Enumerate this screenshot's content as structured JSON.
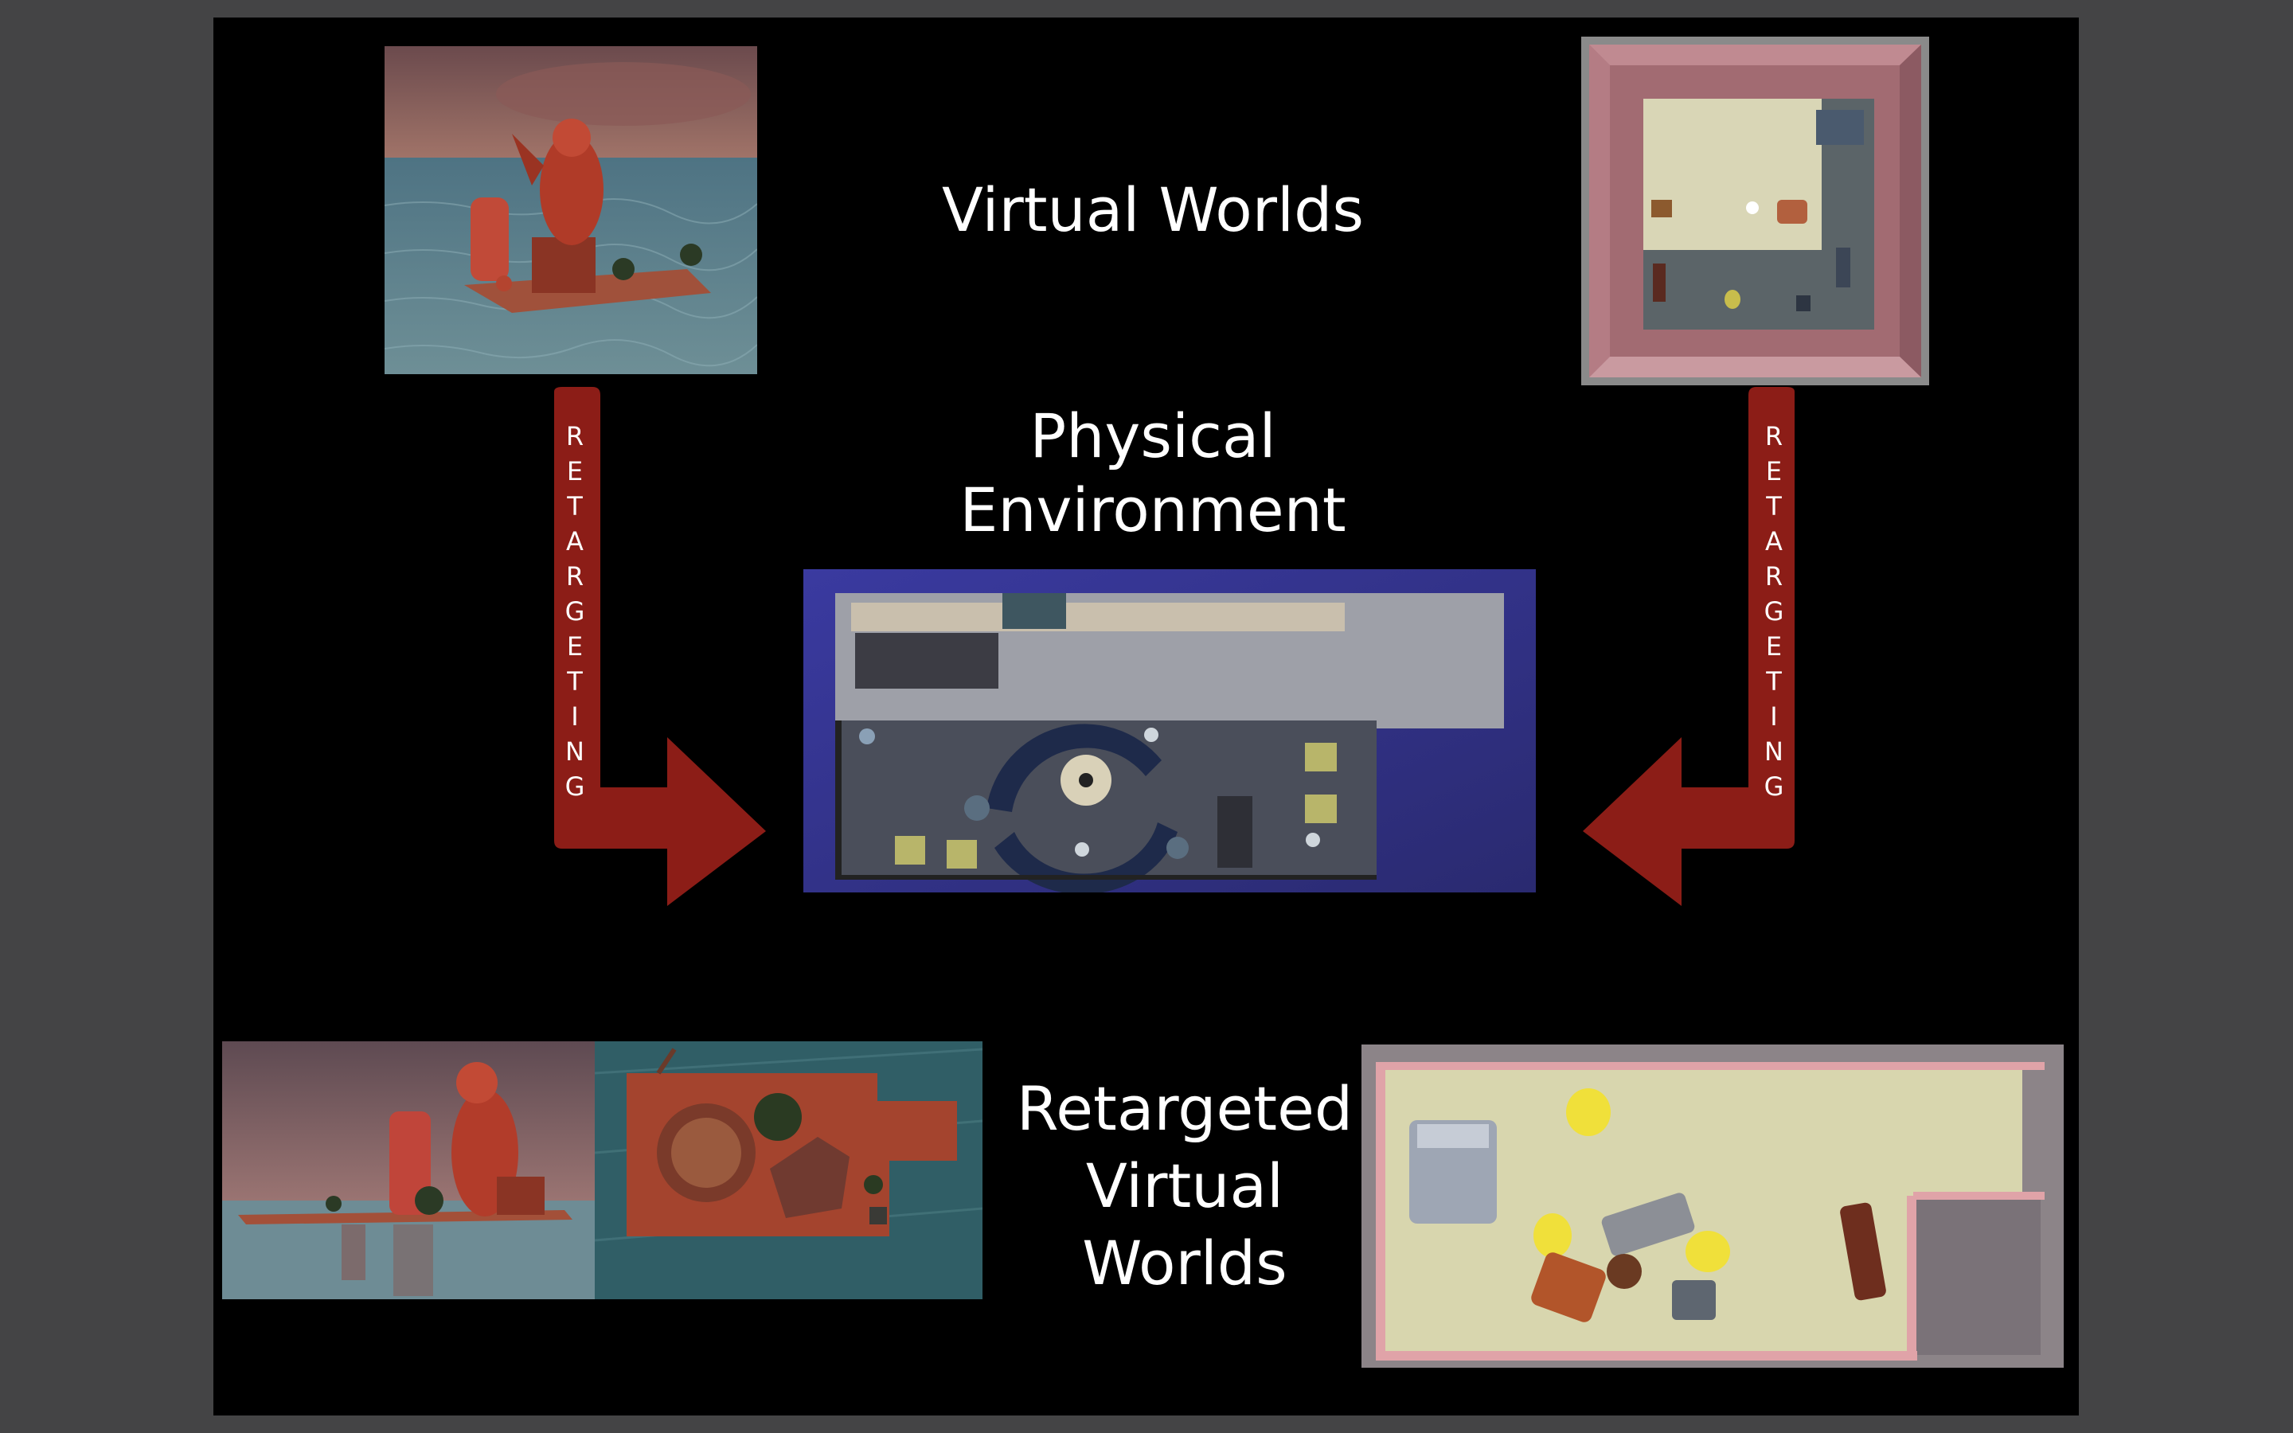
{
  "labels": {
    "virtual_worlds": "Virtual Worlds",
    "physical_environment": "Physical\nEnvironment",
    "retargeted_virtual_worlds": "Retargeted\nVirtual\nWorlds"
  },
  "arrows": {
    "left_text": [
      "R",
      "E",
      "T",
      "A",
      "R",
      "G",
      "E",
      "T",
      "I",
      "N",
      "G"
    ],
    "right_text": [
      "R",
      "E",
      "T",
      "A",
      "R",
      "G",
      "E",
      "T",
      "I",
      "N",
      "G"
    ],
    "color": "#8c1d17"
  },
  "colors": {
    "slide_bg": "#000000",
    "window_bg": "#444445",
    "text": "#ffffff"
  }
}
